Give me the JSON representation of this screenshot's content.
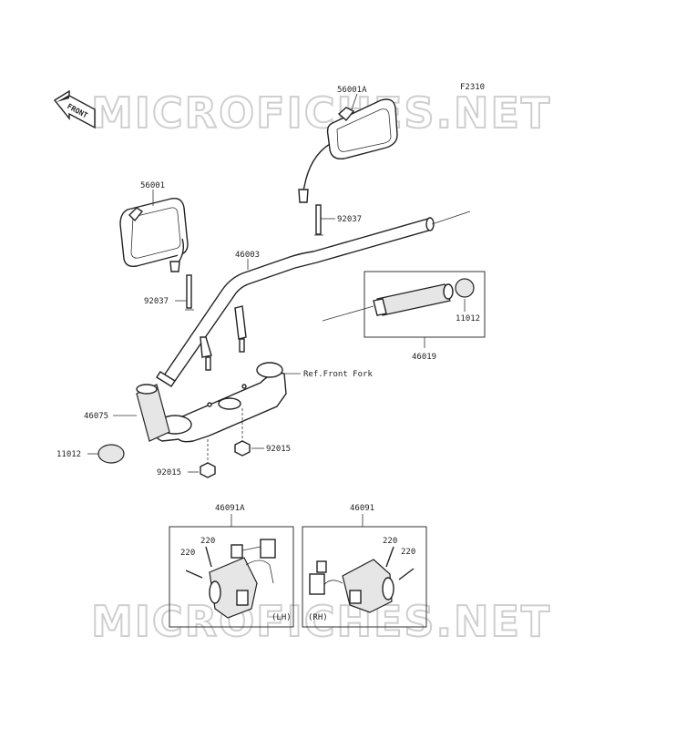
{
  "watermark": {
    "text": "MICROFICHES.NET"
  },
  "diagram": {
    "figure_code": "F2310",
    "direction_label": "FRONT",
    "labels": {
      "mirror_right": "56001A",
      "mirror_left": "56001",
      "handlebar": "46003",
      "clip_right": "92037",
      "clip_left": "92037",
      "grip_right": "46019",
      "end_cap_right": "11012",
      "grip_left": "46075",
      "end_cap_left": "11012",
      "ref_front_fork": "Ref.Front Fork",
      "nut_right": "92015",
      "nut_left": "92015",
      "switch_left": "46091A",
      "switch_right": "46091",
      "screw_lh_a": "220",
      "screw_lh_b": "220",
      "screw_rh_a": "220",
      "screw_rh_b": "220",
      "lh": "(LH)",
      "rh": "(RH)"
    }
  }
}
